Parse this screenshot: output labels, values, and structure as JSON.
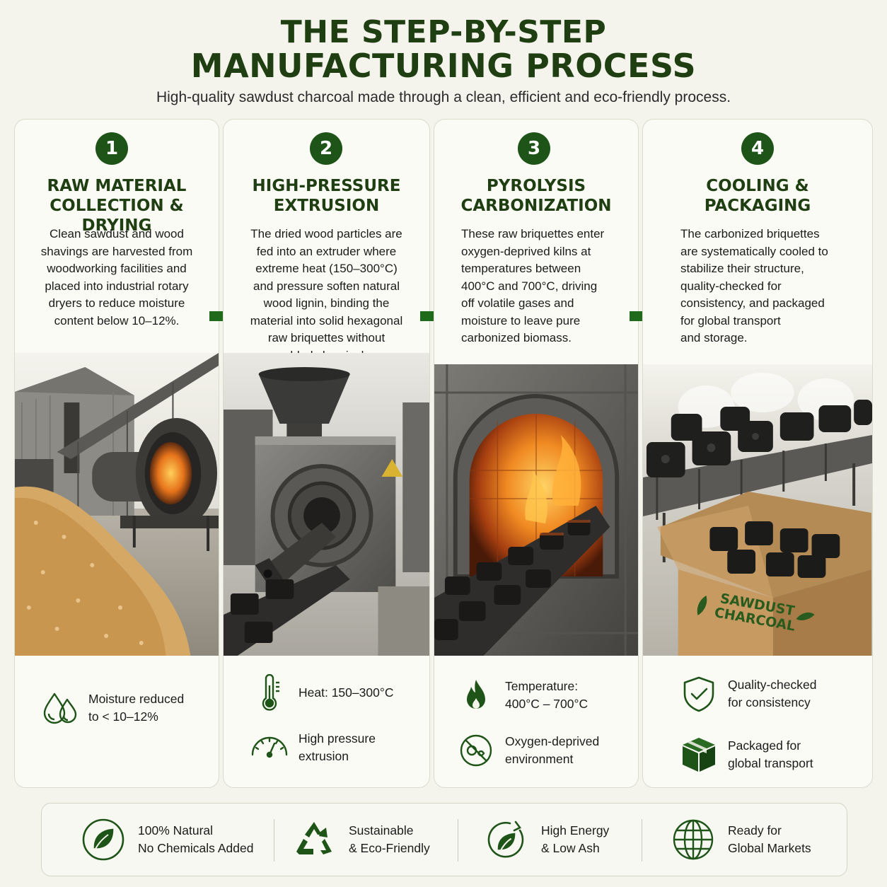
{
  "header": {
    "title_line1": "THE STEP-BY-STEP",
    "title_line2": "MANUFACTURING PROCESS",
    "subtitle": "High-quality sawdust charcoal made through a clean, efficient and eco-friendly process."
  },
  "colors": {
    "brand_green": "#1f5418",
    "title_green": "#1f3f12",
    "background": "#f4f3ec"
  },
  "steps": [
    {
      "number": "1",
      "title": [
        "RAW MATERIAL",
        "COLLECTION & DRYING"
      ],
      "description": [
        "Clean sawdust and wood",
        "shavings are harvested from",
        "woodworking facilities and",
        "placed into industrial rotary",
        "dryers to reduce moisture",
        "content below 10–12%."
      ],
      "features": [
        {
          "icon": "water-drops-icon",
          "lines": [
            "Moisture reduced",
            "to < 10–12%"
          ]
        }
      ]
    },
    {
      "number": "2",
      "title": [
        "HIGH-PRESSURE",
        "EXTRUSION"
      ],
      "description": [
        "The dried wood particles are",
        "fed into an extruder where",
        "extreme heat (150–300°C)",
        "and pressure soften natural",
        "wood lignin, binding the",
        "material into solid hexagonal",
        "raw briquettes without",
        "added chemicals."
      ],
      "features": [
        {
          "icon": "thermometer-icon",
          "lines": [
            "Heat: 150–300°C"
          ]
        },
        {
          "icon": "pressure-gauge-icon",
          "lines": [
            "High pressure",
            "extrusion"
          ]
        }
      ]
    },
    {
      "number": "3",
      "title": [
        "PYROLYSIS",
        "CARBONIZATION"
      ],
      "description": [
        "These raw briquettes enter",
        "oxygen-deprived kilns at",
        "temperatures between",
        "400°C and 700°C, driving",
        "off volatile gases and",
        "moisture to leave pure",
        "carbonized biomass."
      ],
      "features": [
        {
          "icon": "flame-icon",
          "lines": [
            "Temperature:",
            "400°C – 700°C"
          ]
        },
        {
          "icon": "no-oxygen-icon",
          "lines": [
            "Oxygen-deprived",
            "environment"
          ]
        }
      ]
    },
    {
      "number": "4",
      "title": [
        "COOLING &",
        "PACKAGING"
      ],
      "description": [
        "The carbonized briquettes",
        "are systematically cooled to",
        "stabilize their structure,",
        "quality-checked for",
        "consistency, and packaged",
        "for global transport",
        "and storage."
      ],
      "features": [
        {
          "icon": "shield-check-icon",
          "lines": [
            "Quality-checked",
            "for consistency"
          ]
        },
        {
          "icon": "package-box-icon",
          "lines": [
            "Packaged for",
            "global transport"
          ]
        }
      ]
    }
  ],
  "box_label": [
    "SAWDUST",
    "CHARCOAL"
  ],
  "bottom_bar": [
    {
      "icon": "leaf-circle-icon",
      "lines": [
        "100% Natural",
        "No Chemicals Added"
      ]
    },
    {
      "icon": "recycle-icon",
      "lines": [
        "Sustainable",
        "& Eco-Friendly"
      ]
    },
    {
      "icon": "energy-leaf-icon",
      "lines": [
        "High Energy",
        "& Low Ash"
      ]
    },
    {
      "icon": "globe-icon",
      "lines": [
        "Ready for",
        "Global Markets"
      ]
    }
  ]
}
